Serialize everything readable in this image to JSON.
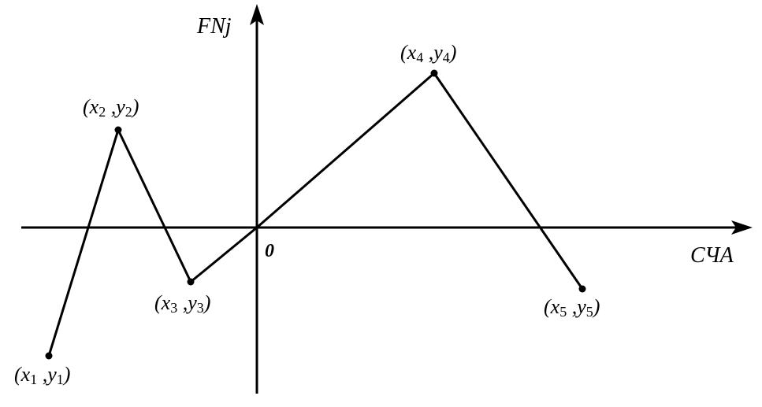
{
  "axes": {
    "y_label": "FNj",
    "x_label": "СЧА",
    "origin_label": "0"
  },
  "points": [
    {
      "id": "p1",
      "x_sym": "x",
      "x_sub": "1",
      "y_sym": "y",
      "y_sub": "1"
    },
    {
      "id": "p2",
      "x_sym": "x",
      "x_sub": "2",
      "y_sym": "y",
      "y_sub": "2"
    },
    {
      "id": "p3",
      "x_sym": "x",
      "x_sub": "3",
      "y_sym": "y",
      "y_sub": "3"
    },
    {
      "id": "p4",
      "x_sym": "x",
      "x_sub": "4",
      "y_sym": "y",
      "y_sub": "4"
    },
    {
      "id": "p5",
      "x_sym": "x",
      "x_sub": "5",
      "y_sym": "y",
      "y_sub": "5"
    }
  ],
  "colors": {
    "stroke": "#000000",
    "background": "#ffffff"
  }
}
